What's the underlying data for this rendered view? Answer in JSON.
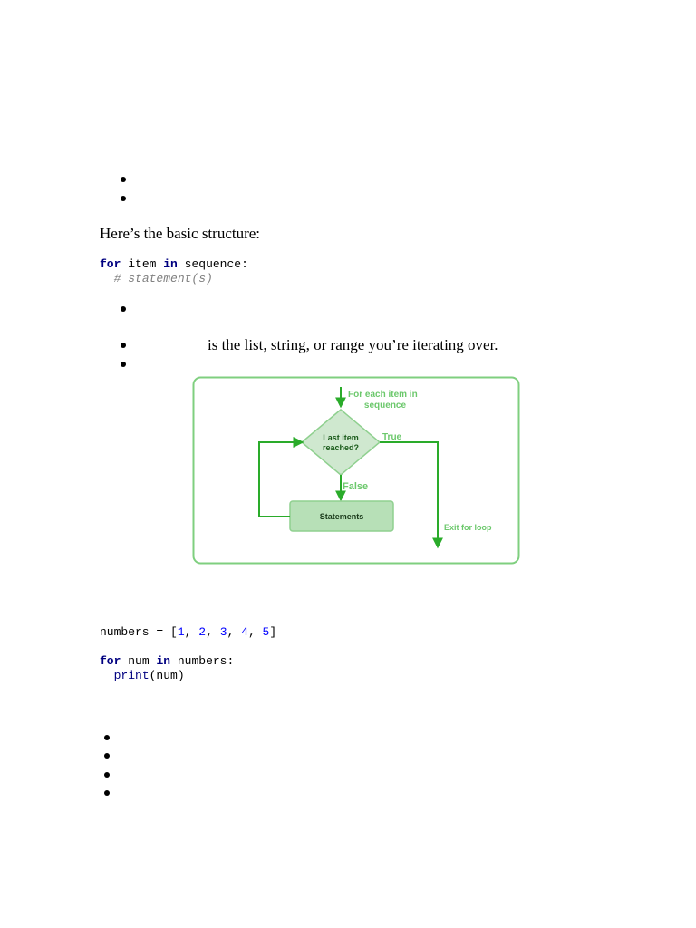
{
  "intro_text": "Here’s the basic structure:",
  "code_block_1": {
    "kw_for": "for",
    "var_item": "item",
    "kw_in": "in",
    "seq": "sequence:",
    "comment": "# statement(s)"
  },
  "sequence_bullet_text": "is the list, string, or range you’re iterating over.",
  "flowchart": {
    "start_label_1": "For each item in",
    "start_label_2": "sequence",
    "decision_label_1": "Last item",
    "decision_label_2": "reached?",
    "true_label": "True",
    "false_label": "False",
    "statements_label": "Statements",
    "exit_label": "Exit for loop",
    "colors": {
      "stroke": "#2aab2a",
      "fill": "#cfe8cf",
      "box_fill": "#b7e0b7",
      "label": "#6cc86c",
      "frame": "#7fcf7f"
    }
  },
  "code_block_2": {
    "line1_var": "numbers",
    "line1_eq": "=",
    "list_open": "[",
    "items": [
      "1",
      "2",
      "3",
      "4",
      "5"
    ],
    "list_close": "]",
    "kw_for": "for",
    "var_num": "num",
    "kw_in": "in",
    "iter": "numbers:",
    "fn_print": "print",
    "arg": "(num)"
  }
}
